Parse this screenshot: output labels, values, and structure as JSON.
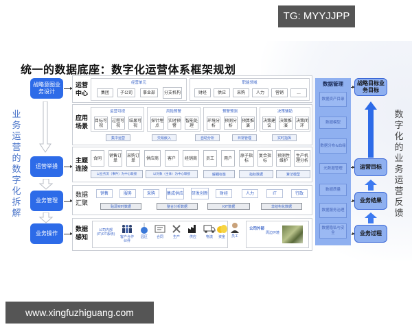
{
  "watermarks": {
    "top": "TG: MYYJJPP",
    "bottom": "www.xingfuzhiguang.com"
  },
  "title": "统一的数据底座：数字化运营体系框架规划",
  "left_vertical_label": [
    "业",
    "务",
    "运",
    "营",
    "的",
    "数",
    "字",
    "化",
    "拆",
    "解"
  ],
  "right_vertical_label": [
    "数",
    "字",
    "化",
    "的",
    "业",
    "务",
    "运",
    "营",
    "反",
    "馈"
  ],
  "left_flow": [
    {
      "label": "战略意图业务设计"
    },
    {
      "label": "运营举措"
    },
    {
      "label": "业务管理"
    },
    {
      "label": "业务操作"
    }
  ],
  "layers": {
    "ops_center": {
      "label": "运营中心",
      "groups": [
        {
          "title": "经营单元",
          "cells": [
            "集团",
            "子公司",
            "事业部",
            "分支机构"
          ]
        },
        {
          "title": "职能领域",
          "cells": [
            "财经",
            "供应",
            "采购",
            "人力",
            "营销",
            "..."
          ]
        }
      ]
    },
    "app_scenarios": {
      "label": "应用场景",
      "groups": [
        {
          "title": "运营可视",
          "cells": [
            "目标可视",
            "过程可视",
            "结果可视"
          ]
        },
        {
          "title": "风险预警",
          "cells": [
            "探针埋点",
            "实时预警",
            "智能处理"
          ]
        },
        {
          "title": "预警预测",
          "cells": [
            "环境分析",
            "预测分析",
            "预算推演"
          ]
        },
        {
          "title": "决策辅助",
          "cells": [
            "决策建议",
            "决策推演",
            "决策闭环"
          ]
        }
      ],
      "tags": [
        "集中运营",
        "交易嵌入",
        "自助分析",
        "日常管理",
        "实时指挥"
      ]
    },
    "topic_connect": {
      "label": "主题连接",
      "cells": [
        "合同",
        "销售订单",
        "采购订单",
        "供应商",
        "客户",
        "经销商",
        "员工",
        "用户",
        "原子指标",
        "复合指标",
        "预测性维护",
        "生产机理分析"
      ],
      "tags": [
        "以业务流（事件）为中心联接",
        "以对象（主体）为中心联接",
        "解耦标签",
        "指标数据",
        "算法模型"
      ]
    },
    "data_aggregate": {
      "label": "数据汇聚",
      "cells": [
        "销售",
        "服务",
        "采购",
        "集成供应",
        "研发创新",
        "财经",
        "人力",
        "IT",
        "行政"
      ],
      "tags": [
        "贴源实时数据",
        "整合分析数据",
        "IOT数据",
        "非结构化数据"
      ]
    },
    "data_sense": {
      "label": "数据感知",
      "internal_title": "公司内部(IT/OT系统)",
      "items": [
        {
          "label": "客户合作伙伴",
          "icon": "people-icon"
        },
        {
          "label": "园区",
          "icon": "campus-icon"
        },
        {
          "label": "合同",
          "icon": "contract-icon"
        },
        {
          "label": "生产",
          "icon": "tools-icon"
        },
        {
          "label": "供应",
          "icon": "factory-icon"
        },
        {
          "label": "物流",
          "icon": "truck-icon"
        },
        {
          "label": "资金",
          "icon": "coins-icon"
        },
        {
          "label": "员工",
          "icon": "employee-icon"
        }
      ],
      "external_title": "公司外部",
      "external_item": "周边环境"
    }
  },
  "data_management": {
    "title": "数据管理",
    "items": [
      "数据资产目录",
      "数据模型",
      "数据分布&血缘",
      "元数据管理",
      "数据质量",
      "数据服务治理",
      "数据隐私与安全"
    ]
  },
  "right_flow": [
    {
      "label": "战略目标业务目标"
    },
    {
      "label": "运营目标"
    },
    {
      "label": "业务结果"
    },
    {
      "label": "业务过程"
    }
  ],
  "colors": {
    "primary_blue": "#2d6be8",
    "light_blue": "#8fb0f0",
    "label_blue": "#3a64c8",
    "border_gray": "#c9cdd4"
  }
}
